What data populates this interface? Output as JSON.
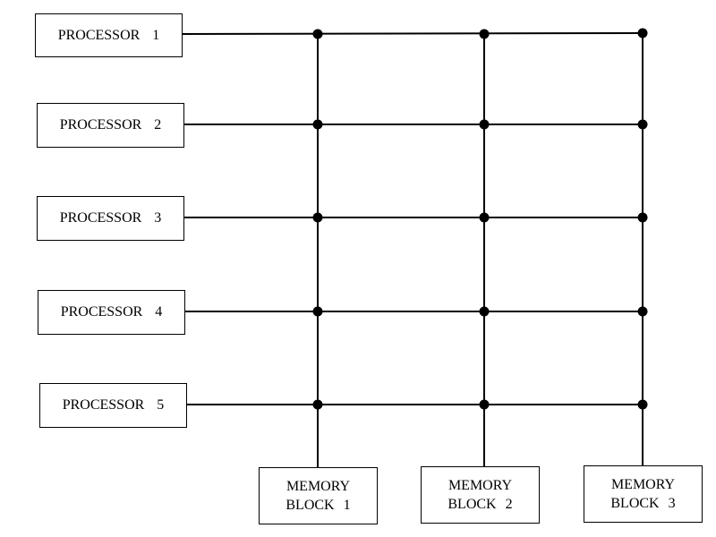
{
  "processors": [
    {
      "word": "PROCESSOR",
      "number": "1"
    },
    {
      "word": "PROCESSOR",
      "number": "2"
    },
    {
      "word": "PROCESSOR",
      "number": "3"
    },
    {
      "word": "PROCESSOR",
      "number": "4"
    },
    {
      "word": "PROCESSOR",
      "number": "5"
    }
  ],
  "memory_blocks": [
    {
      "line1": "MEMORY",
      "word": "BLOCK",
      "number": "1"
    },
    {
      "line1": "MEMORY",
      "word": "BLOCK",
      "number": "2"
    },
    {
      "line1": "MEMORY",
      "word": "BLOCK",
      "number": "3"
    }
  ],
  "colors": {
    "line": "#000000",
    "node": "#000000",
    "background": "#ffffff"
  }
}
